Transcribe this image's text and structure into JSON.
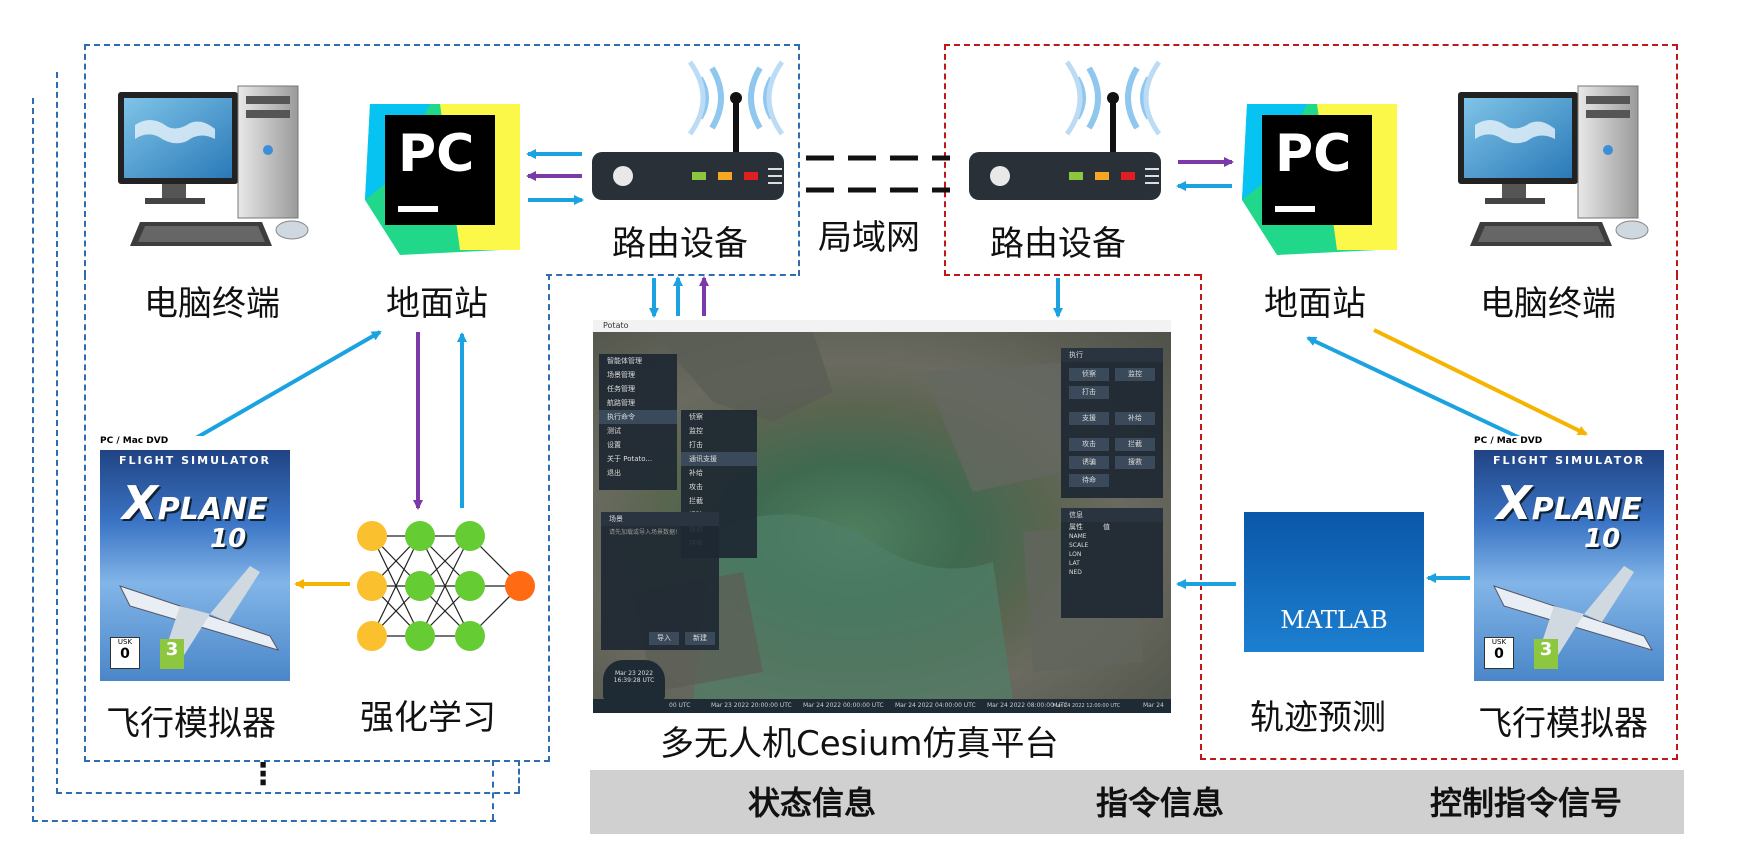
{
  "nodes": {
    "left": {
      "computer": "电脑终端",
      "ground_station": "地面站",
      "router": "路由设备",
      "simulator": "飞行模拟器",
      "rl": "强化学习",
      "ellipsis": "⋮"
    },
    "middle": {
      "lan": "局域网",
      "platform": "多无人机Cesium仿真平台"
    },
    "right": {
      "router": "路由设备",
      "ground_station": "地面站",
      "computer": "电脑终端",
      "trajectory": "轨迹预测",
      "simulator": "飞行模拟器"
    }
  },
  "logos": {
    "pycharm": "PC",
    "matlab": "MATLAB",
    "xplane_brand": "FLIGHT SIMULATOR",
    "xplane_name": "PLANE",
    "xplane_version": "10",
    "xplane_top": "PC / Mac DVD"
  },
  "cesium_ui": {
    "window_title": "Potato",
    "menu": [
      "智能体管理",
      "场景管理",
      "任务管理",
      "航路管理",
      "执行命令",
      "测试",
      "设置",
      "关于 Potato...",
      "退出"
    ],
    "submenu": [
      "侦察",
      "监控",
      "打击",
      "通讯支援",
      "补给",
      "攻击",
      "拦截",
      "诱骗",
      "搜救",
      "待命"
    ],
    "exec_title": "执行",
    "exec_buttons": [
      "侦察",
      "监控",
      "打击",
      "支援",
      "补给",
      "攻击",
      "拦截",
      "诱骗",
      "搜救",
      "待命"
    ],
    "info_title": "信息",
    "info_headers": [
      "属性",
      "值"
    ],
    "info_rows": [
      "NAME",
      "SCALE",
      "LON",
      "LAT",
      "NED"
    ],
    "scene_title": "场景",
    "scene_hint": "请先加载或导入场景数据!",
    "scene_buttons": [
      "导入",
      "新建"
    ],
    "clock_date": "Mar 23 2022",
    "clock_time": "16:39:28 UTC",
    "timeline_ticks": [
      "00 UTC",
      "Mar 23 2022 20:00:00 UTC",
      "Mar 24 2022 00:00:00 UTC",
      "Mar 24 2022 04:00:00 UTC",
      "Mar 24 2022 08:00:00 UTC",
      "Mar 24 2022 12:00:00 UTC",
      "Mar 24"
    ]
  },
  "legend": {
    "state": "状态信息",
    "command": "指令信息",
    "control": "控制指令信号"
  },
  "colors": {
    "state": "#1aa3e0",
    "command": "#7b3aa8",
    "control": "#f5b400",
    "left_border": "#2e6db4",
    "right_border": "#c01818"
  }
}
